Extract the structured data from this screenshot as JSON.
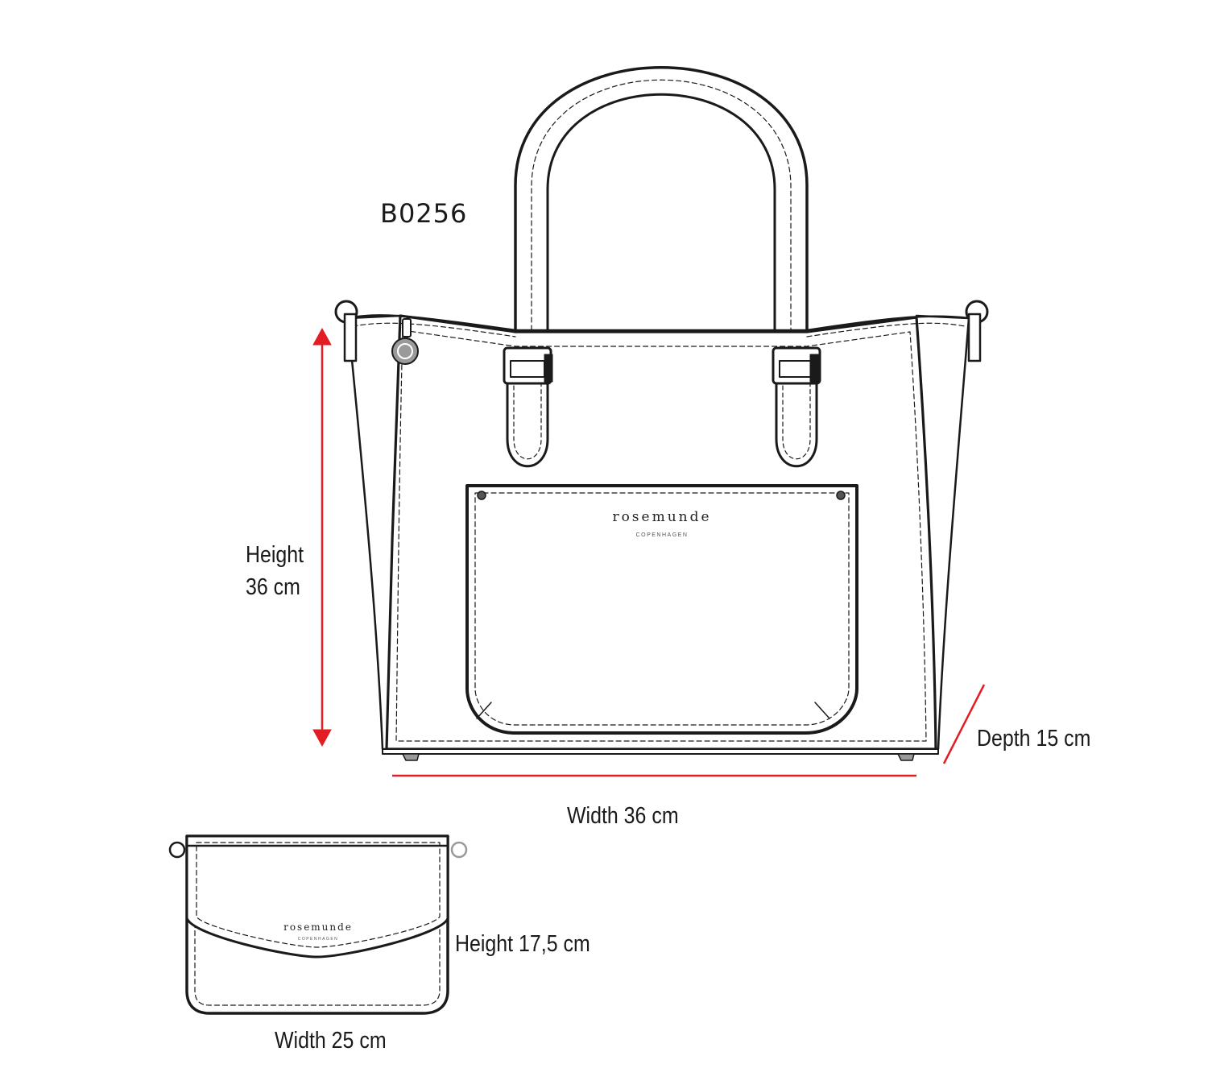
{
  "product_code": "B0256",
  "tote": {
    "height_label_line1": "Height",
    "height_label_line2": "36 cm",
    "width_label": "Width 36 cm",
    "depth_label": "Depth 15 cm",
    "brand": "rosemunde",
    "brand_sub": "COPENHAGEN"
  },
  "pouch": {
    "height_label": "Height 17,5 cm",
    "width_label": "Width 25 cm",
    "brand": "rosemunde",
    "brand_sub": "COPENHAGEN"
  },
  "colors": {
    "outline": "#1a1a1a",
    "dimension_line": "#e31d24",
    "hardware": "#9a9a9a"
  }
}
